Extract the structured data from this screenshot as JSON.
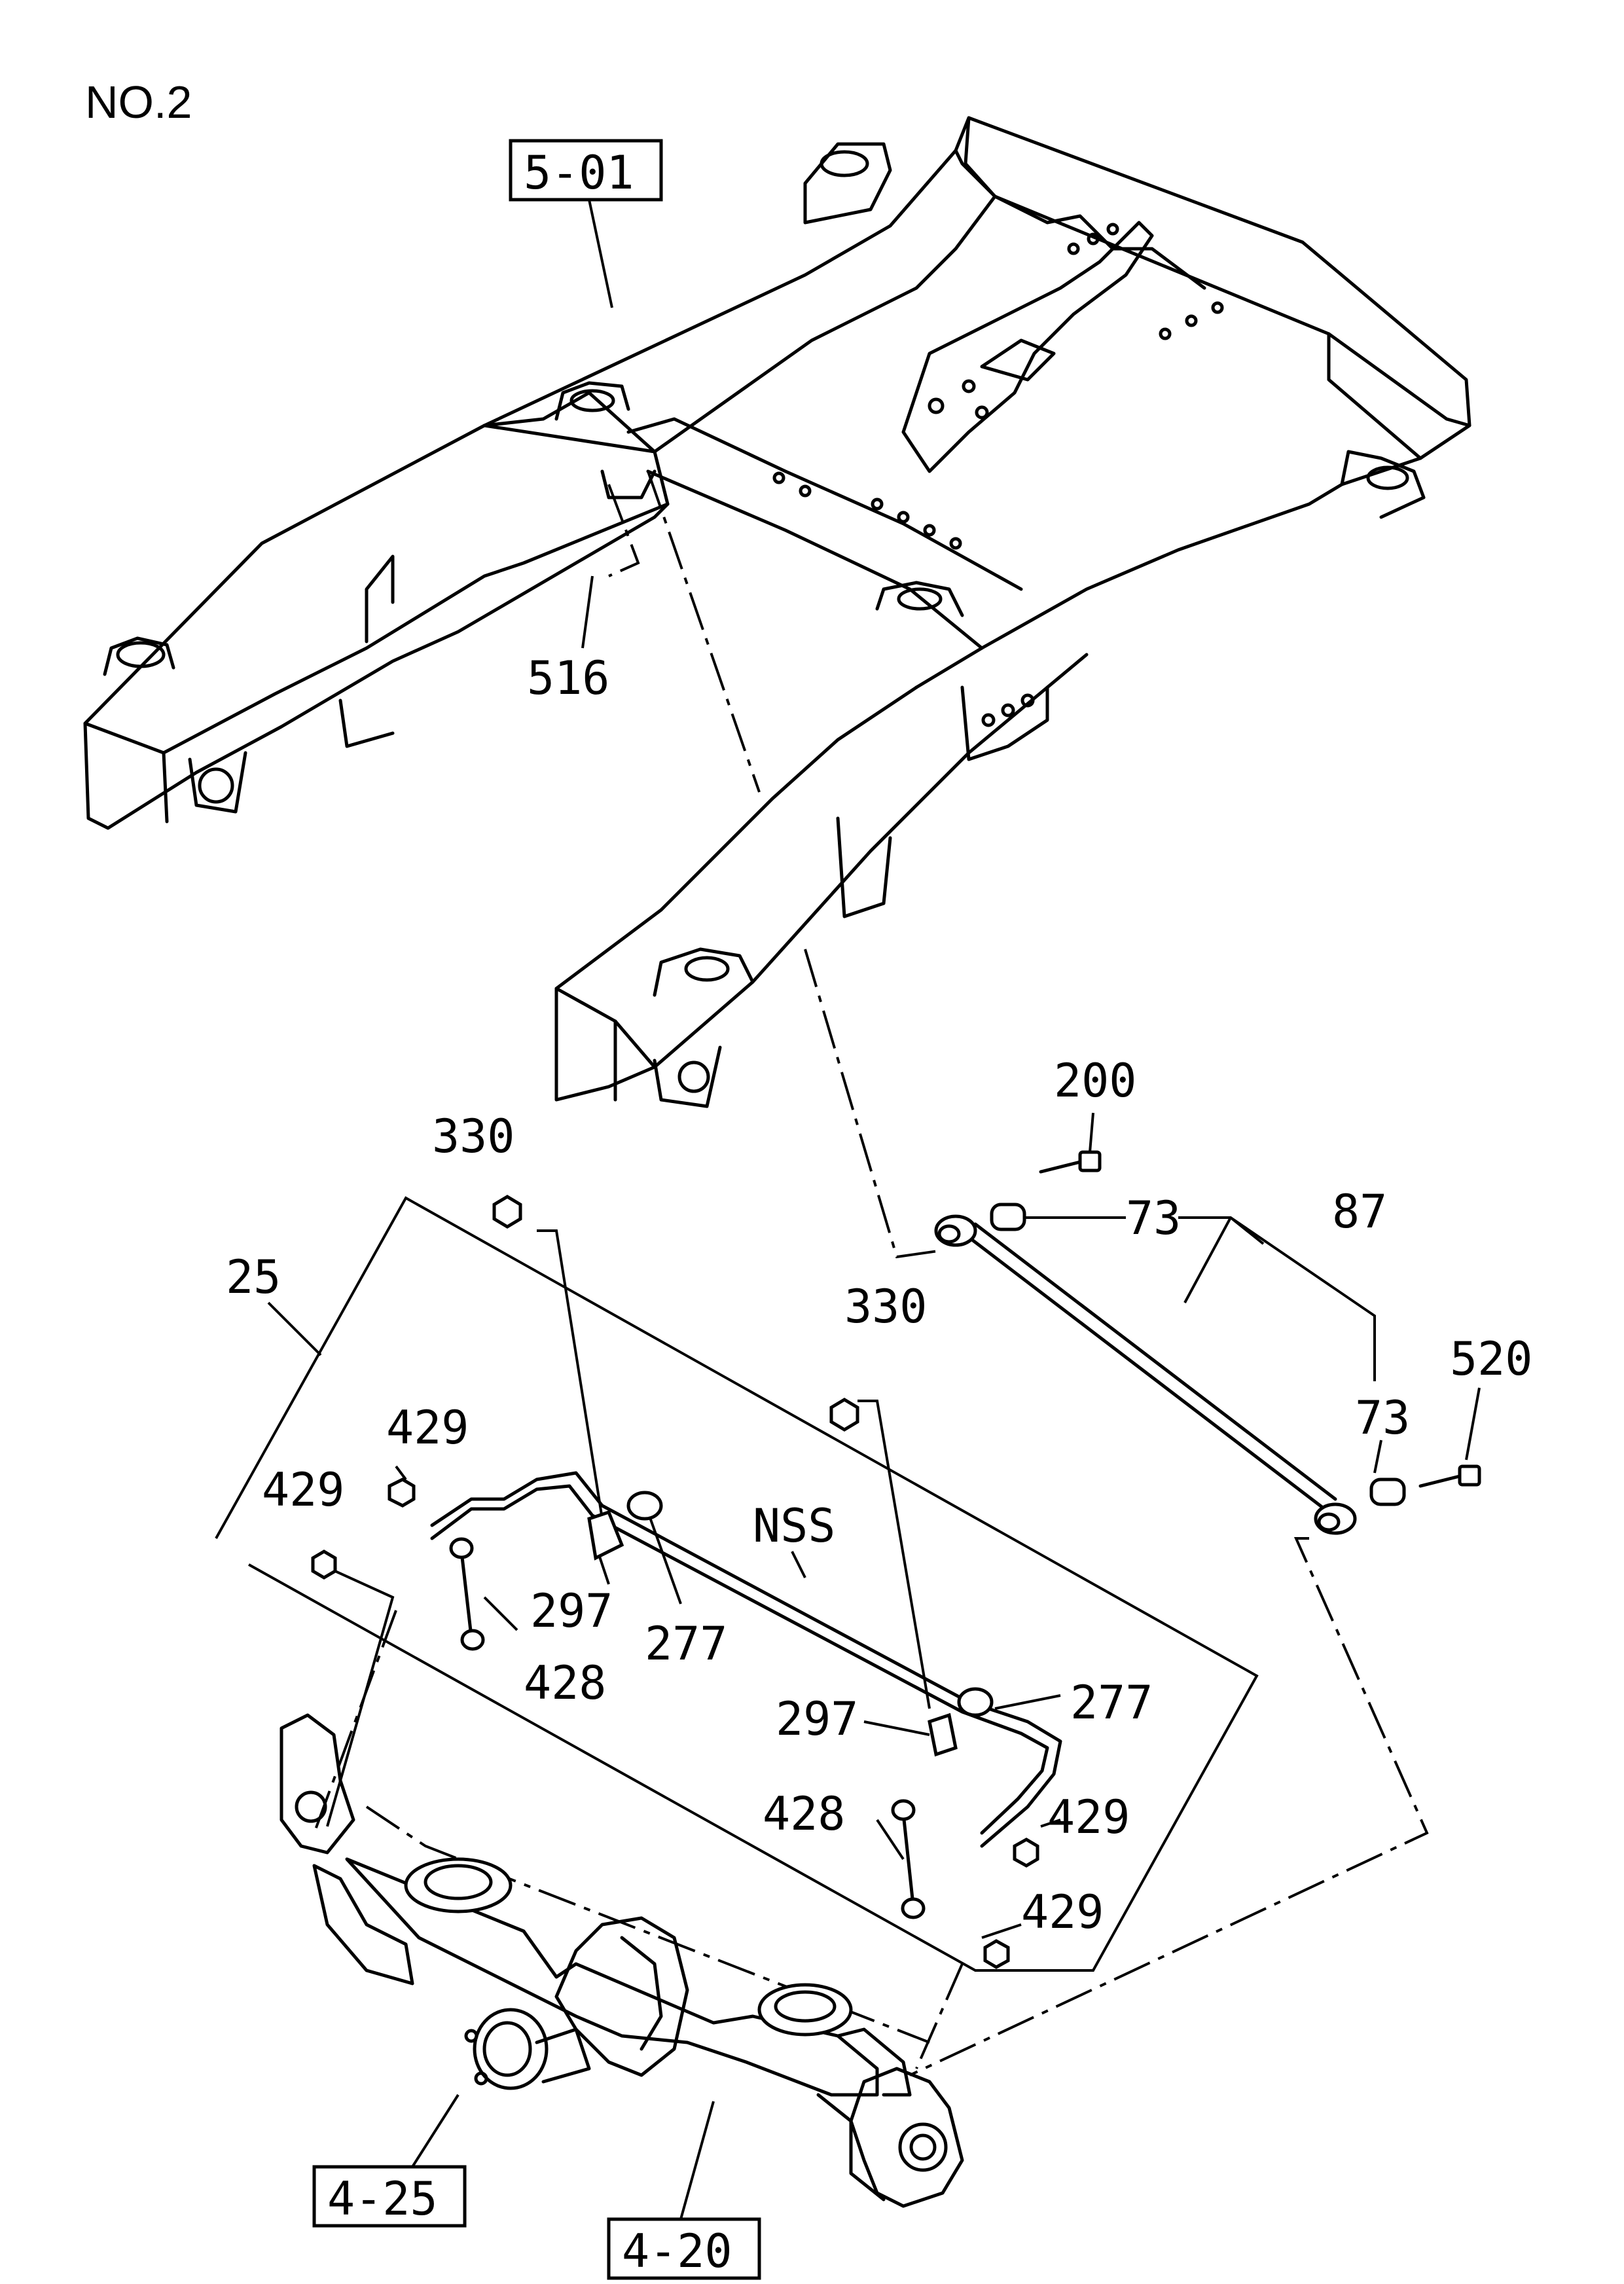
{
  "title": "NO.2",
  "refs": {
    "frame": "5-01",
    "axle": "4-20",
    "differential": "4-25"
  },
  "labels": {
    "nut_516": "516",
    "bolt_200": "200",
    "bushing_73_top": "73",
    "bushing_73_bottom": "73",
    "rod_87": "87",
    "bolt_520": "520",
    "nut_330_left": "330",
    "nut_330_right": "330",
    "stabilizer_25": "25",
    "nss": "NSS",
    "nut_429_a": "429",
    "nut_429_b": "429",
    "nut_429_c": "429",
    "nut_429_d": "429",
    "bracket_297_left": "297",
    "bracket_297_right": "297",
    "bushing_277_left": "277",
    "bushing_277_right": "277",
    "link_428_left": "428",
    "link_428_right": "428"
  }
}
